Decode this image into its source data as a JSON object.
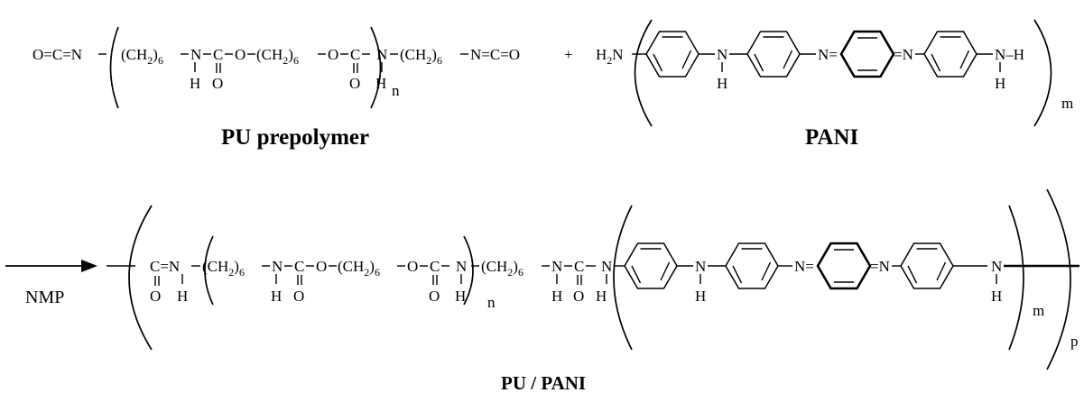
{
  "labels": {
    "prepolymer": "PU prepolymer",
    "pani": "PANI",
    "product": "PU /  PANI",
    "solvent": "NMP",
    "plus": "+"
  },
  "subscripts": {
    "n": "n",
    "m": "m",
    "p": "p",
    "six": "6",
    "two": "2"
  },
  "fragments": {
    "isocyanate_start": "O=C=N",
    "ch2": "(CH",
    "close_paren": ")",
    "n_atom": "N",
    "c_atom": "C",
    "o_atom": "O",
    "h_atom": "H",
    "dash": "–",
    "isocyanate_end": "N=C=O",
    "h2": "H",
    "eq_n": "=N",
    "n_eq": "N=",
    "amine_end": "N–H",
    "carbonyl": "C=N"
  }
}
